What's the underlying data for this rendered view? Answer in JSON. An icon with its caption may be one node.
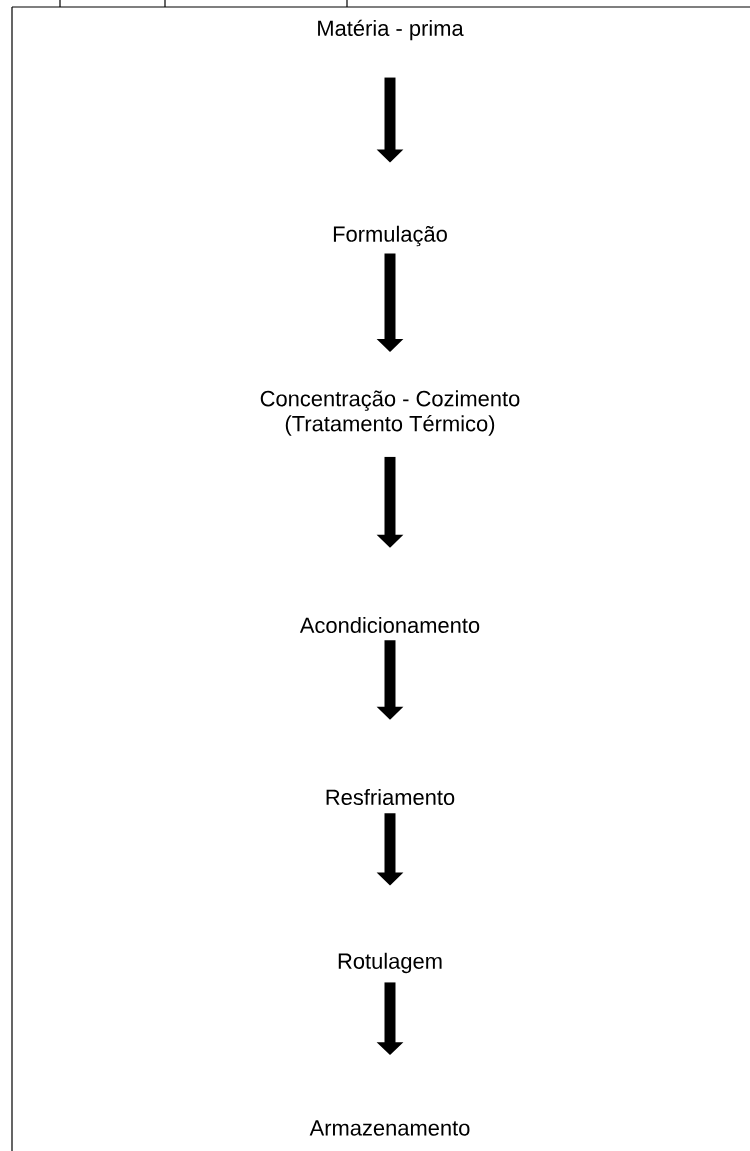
{
  "diagram": {
    "nodes": [
      {
        "text": [
          "Matéria - prima"
        ]
      },
      {
        "text": [
          "Formulação"
        ]
      },
      {
        "text": [
          "Concentração - Cozimento (Tratamento Térmico)"
        ]
      },
      {
        "text": [
          "Acondicionamento"
        ]
      },
      {
        "text": [
          "Resfriamento"
        ]
      },
      {
        "text": [
          "Rotulagem"
        ]
      },
      {
        "text": [
          "Armazenamento"
        ]
      }
    ],
    "edges": [
      {
        "from": 0,
        "to": 1,
        "arrow": "to"
      },
      {
        "from": 1,
        "to": 2,
        "arrow": "to"
      },
      {
        "from": 2,
        "to": 3,
        "arrow": "to"
      },
      {
        "from": 3,
        "to": 4,
        "arrow": "to"
      },
      {
        "from": 4,
        "to": 5,
        "arrow": "to"
      },
      {
        "from": 5,
        "to": 6,
        "arrow": "to"
      }
    ]
  }
}
